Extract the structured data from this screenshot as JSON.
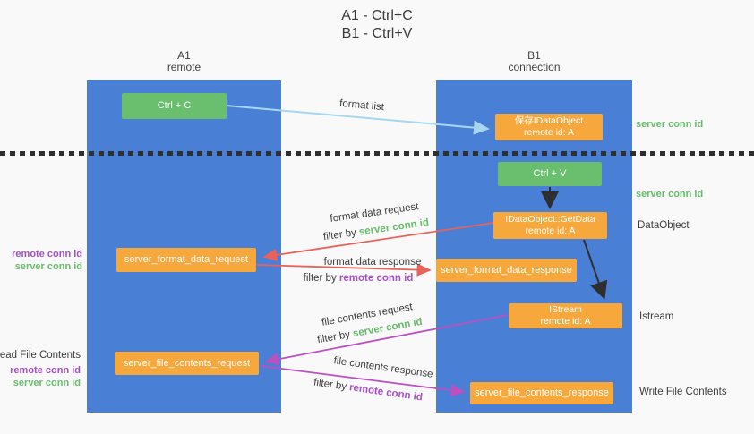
{
  "title": {
    "line1": "A1 - Ctrl+C",
    "line2": "B1 - Ctrl+V"
  },
  "lifelines": {
    "left": {
      "name": "A1",
      "subtitle": "remote"
    },
    "right": {
      "name": "B1",
      "subtitle": "connection"
    }
  },
  "nodes": {
    "ctrl_c": {
      "label": "Ctrl + C"
    },
    "save_idataobject": {
      "line1": "保存IDataObject",
      "line2": "remote id: A"
    },
    "ctrl_v": {
      "label": "Ctrl + V"
    },
    "getdata": {
      "line1": "IDataObject::GetData",
      "line2": "remote id: A"
    },
    "format_request": {
      "label": "server_format_data_request"
    },
    "format_response": {
      "label": "server_format_data_response"
    },
    "istream": {
      "line1": "IStream",
      "line2": "remote id: A"
    },
    "file_request": {
      "label": "server_file_contents_request"
    },
    "file_response": {
      "label": "server_file_contents_response"
    }
  },
  "arrow_labels": {
    "format_list": "format list",
    "format_data_request": "format data request",
    "format_data_request_filter_prefix": "filter by",
    "format_data_request_filter_key": "server conn id",
    "format_data_response": "format data response",
    "format_data_response_filter_prefix": "filter by",
    "format_data_response_filter_key": "remote conn id",
    "file_contents_request": "file contents request",
    "file_contents_request_filter_prefix": "filter by",
    "file_contents_request_filter_key": "server conn id",
    "file_contents_response": "file contents response",
    "file_contents_response_filter_prefix": "filter by",
    "file_contents_response_filter_key": "remote conn id"
  },
  "side_labels": {
    "right_server_conn_id_top": "server conn id",
    "right_server_conn_id_mid": "server conn id",
    "right_dataobject": "DataObject",
    "right_istream": "Istream",
    "right_write_file_contents": "Write File Contents",
    "left_remote_conn_id_top": "remote conn id",
    "left_server_conn_id_top": "server conn id",
    "left_read_file_contents": "Read File Contents",
    "left_remote_conn_id_bottom": "remote conn id",
    "left_server_conn_id_bottom": "server conn id"
  },
  "colors": {
    "lifeline_blue": "#4a7fd6",
    "node_green": "#6abf6e",
    "node_orange": "#f7a83c",
    "arrow_blue": "#a6d6f2",
    "arrow_red": "#e8625a",
    "arrow_magenta": "#bb50c0",
    "arrow_black": "#2e2e2e",
    "conn_id_green": "#67bd6b",
    "conn_id_purple": "#a750c5",
    "background": "#f9f9f9"
  }
}
